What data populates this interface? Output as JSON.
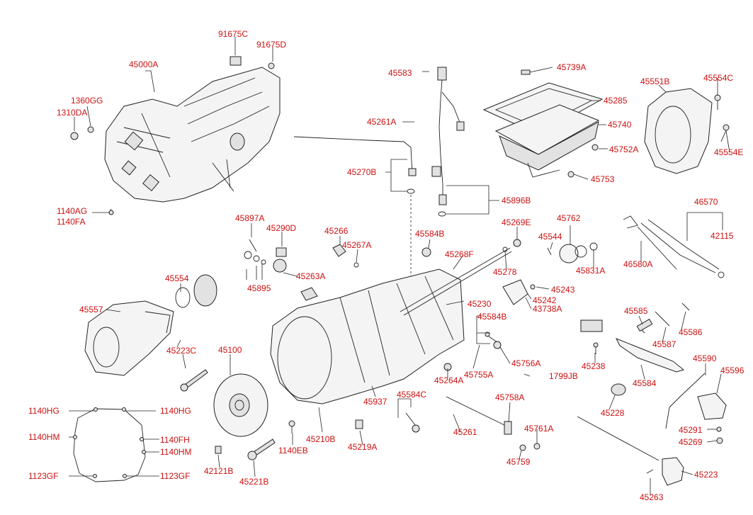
{
  "diagram": {
    "labels": [
      {
        "id": "45000A",
        "text": "45000A"
      },
      {
        "id": "91675C",
        "text": "91675C"
      },
      {
        "id": "91675D",
        "text": "91675D"
      },
      {
        "id": "1360GG",
        "text": "1360GG"
      },
      {
        "id": "1310DA",
        "text": "1310DA"
      },
      {
        "id": "1140AG",
        "text": "1140AG"
      },
      {
        "id": "1140FA",
        "text": "1140FA"
      },
      {
        "id": "45583",
        "text": "45583"
      },
      {
        "id": "45739A",
        "text": "45739A"
      },
      {
        "id": "45285",
        "text": "45285"
      },
      {
        "id": "45740",
        "text": "45740"
      },
      {
        "id": "45752A",
        "text": "45752A"
      },
      {
        "id": "45753",
        "text": "45753"
      },
      {
        "id": "45261A",
        "text": "45261A"
      },
      {
        "id": "45270B",
        "text": "45270B"
      },
      {
        "id": "45896B",
        "text": "45896B"
      },
      {
        "id": "45551B",
        "text": "45551B"
      },
      {
        "id": "45554C",
        "text": "45554C"
      },
      {
        "id": "45554E",
        "text": "45554E"
      },
      {
        "id": "46570",
        "text": "46570"
      },
      {
        "id": "42115",
        "text": "42115"
      },
      {
        "id": "46580A",
        "text": "46580A"
      },
      {
        "id": "45897A",
        "text": "45897A"
      },
      {
        "id": "45290D",
        "text": "45290D"
      },
      {
        "id": "45266",
        "text": "45266"
      },
      {
        "id": "45267A",
        "text": "45267A"
      },
      {
        "id": "45584B_1",
        "text": "45584B"
      },
      {
        "id": "45269E",
        "text": "45269E"
      },
      {
        "id": "45762",
        "text": "45762"
      },
      {
        "id": "45544",
        "text": "45544"
      },
      {
        "id": "45268F",
        "text": "45268F"
      },
      {
        "id": "45278",
        "text": "45278"
      },
      {
        "id": "45831A",
        "text": "45831A"
      },
      {
        "id": "45895",
        "text": "45895"
      },
      {
        "id": "45263A",
        "text": "45263A"
      },
      {
        "id": "45554",
        "text": "45554"
      },
      {
        "id": "45243",
        "text": "45243"
      },
      {
        "id": "45242",
        "text": "45242"
      },
      {
        "id": "43738A",
        "text": "43738A"
      },
      {
        "id": "45230",
        "text": "45230"
      },
      {
        "id": "45557",
        "text": "45557"
      },
      {
        "id": "45584B_2",
        "text": "45584B"
      },
      {
        "id": "45585",
        "text": "45585"
      },
      {
        "id": "45586",
        "text": "45586"
      },
      {
        "id": "45587",
        "text": "45587"
      },
      {
        "id": "45223C",
        "text": "45223C"
      },
      {
        "id": "45100",
        "text": "45100"
      },
      {
        "id": "45756A",
        "text": "45756A"
      },
      {
        "id": "45755A",
        "text": "45755A"
      },
      {
        "id": "45264A",
        "text": "45264A"
      },
      {
        "id": "1799JB",
        "text": "1799JB"
      },
      {
        "id": "45238",
        "text": "45238"
      },
      {
        "id": "45590",
        "text": "45590"
      },
      {
        "id": "45596",
        "text": "45596"
      },
      {
        "id": "45584",
        "text": "45584"
      },
      {
        "id": "45937",
        "text": "45937"
      },
      {
        "id": "45584C",
        "text": "45584C"
      },
      {
        "id": "45758A",
        "text": "45758A"
      },
      {
        "id": "45228",
        "text": "45228"
      },
      {
        "id": "1140HG_L",
        "text": "1140HG"
      },
      {
        "id": "1140HG_R",
        "text": "1140HG"
      },
      {
        "id": "1140HM_L",
        "text": "1140HM"
      },
      {
        "id": "1140FH",
        "text": "1140FH"
      },
      {
        "id": "1140HM_R",
        "text": "1140HM"
      },
      {
        "id": "1123GF_L",
        "text": "1123GF"
      },
      {
        "id": "1123GF_R",
        "text": "1123GF"
      },
      {
        "id": "1140EB",
        "text": "1140EB"
      },
      {
        "id": "45210B",
        "text": "45210B"
      },
      {
        "id": "45219A",
        "text": "45219A"
      },
      {
        "id": "45261",
        "text": "45261"
      },
      {
        "id": "45761A",
        "text": "45761A"
      },
      {
        "id": "45759",
        "text": "45759"
      },
      {
        "id": "45291",
        "text": "45291"
      },
      {
        "id": "45269",
        "text": "45269"
      },
      {
        "id": "42121B",
        "text": "42121B"
      },
      {
        "id": "45221B",
        "text": "45221B"
      },
      {
        "id": "45223",
        "text": "45223"
      },
      {
        "id": "45263",
        "text": "45263"
      }
    ]
  },
  "colors": {
    "label": "#cc1111",
    "line": "#222222"
  }
}
